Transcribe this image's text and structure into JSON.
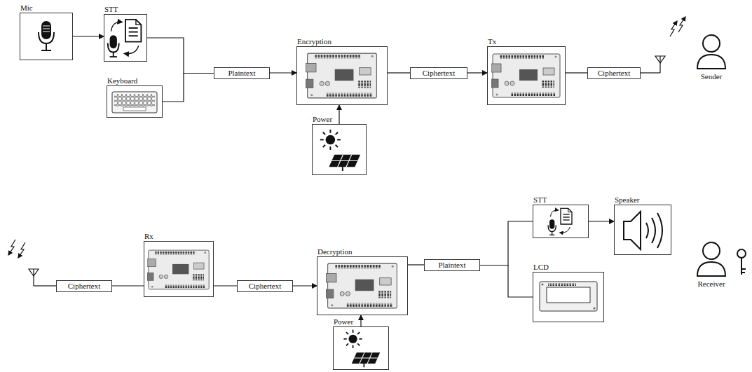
{
  "diagram": {
    "nodes": [
      {
        "text": [
          "Mic"
        ]
      },
      {
        "text": [
          "STT"
        ]
      },
      {
        "text": [
          "Keyboard"
        ]
      },
      {
        "text": [
          "Plaintext"
        ]
      },
      {
        "text": [
          "Encryption"
        ]
      },
      {
        "text": [
          "Power"
        ]
      },
      {
        "text": [
          "Ciphertext"
        ]
      },
      {
        "text": [
          "Tx"
        ]
      },
      {
        "text": [
          "Ciphertext"
        ]
      },
      {
        "text": [
          "Ciphertext"
        ]
      },
      {
        "text": [
          "Rx"
        ]
      },
      {
        "text": [
          "Ciphertext"
        ]
      },
      {
        "text": [
          "Decryption"
        ]
      },
      {
        "text": [
          "Power"
        ]
      },
      {
        "text": [
          "Plaintext"
        ]
      },
      {
        "text": [
          "STT"
        ]
      },
      {
        "text": [
          "Speaker"
        ]
      },
      {
        "text": [
          "LCD"
        ]
      }
    ],
    "edges": [
      {
        "from": 0,
        "to": 1,
        "arrow": "to"
      },
      {
        "from": 1,
        "to": 3,
        "arrow": "none"
      },
      {
        "from": 2,
        "to": 3,
        "arrow": "none"
      },
      {
        "from": 3,
        "to": 4,
        "arrow": "to"
      },
      {
        "from": 5,
        "to": 4,
        "arrow": "to"
      },
      {
        "from": 4,
        "to": 6,
        "arrow": "none"
      },
      {
        "from": 6,
        "to": 7,
        "arrow": "to"
      },
      {
        "from": 7,
        "to": 8,
        "arrow": "none"
      },
      {
        "from": 9,
        "to": 10,
        "arrow": "none"
      },
      {
        "from": 10,
        "to": 11,
        "arrow": "none"
      },
      {
        "from": 11,
        "to": 12,
        "arrow": "to"
      },
      {
        "from": 13,
        "to": 12,
        "arrow": "to"
      },
      {
        "from": 12,
        "to": 14,
        "arrow": "none"
      },
      {
        "from": 14,
        "to": 15,
        "arrow": "none"
      },
      {
        "from": 14,
        "to": 17,
        "arrow": "none"
      },
      {
        "from": 15,
        "to": 16,
        "arrow": "to"
      }
    ],
    "labels": [
      "Sender",
      "Receiver"
    ]
  }
}
